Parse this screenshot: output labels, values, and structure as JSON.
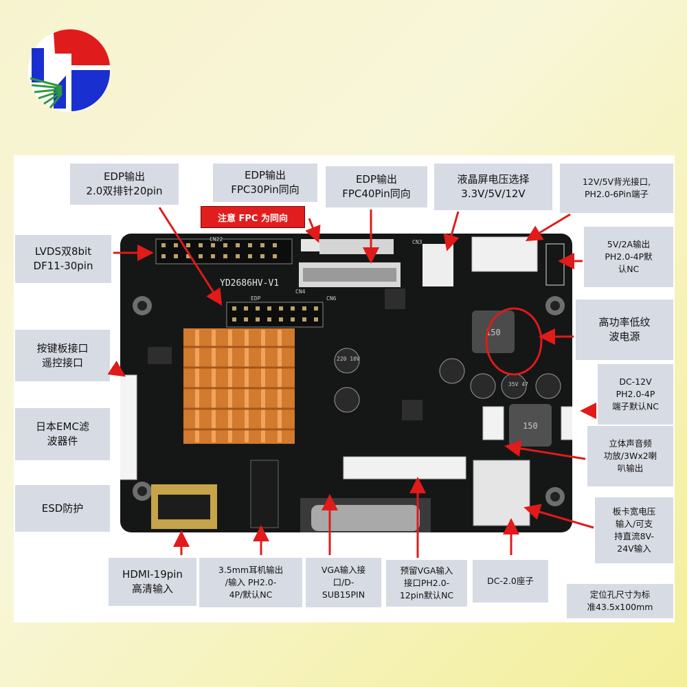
{
  "logo": {
    "icon": "lg-logo-icon",
    "colors": {
      "blue": "#1a2fcf",
      "red": "#e01b1b",
      "green": "#2f9a3a"
    }
  },
  "note": "注意 FPC 为同向",
  "board": {
    "model": "YD2686HV-V1",
    "silk": [
      "CN22",
      "EDP",
      "CN4",
      "CN6",
      "CN3",
      "220 10V",
      "150",
      "150",
      "35V 47"
    ]
  },
  "labels": {
    "edp_20pin": "EDP输出\n2.0双排针20pin",
    "edp_fpc30": "EDP输出\nFPC30Pin同向",
    "edp_fpc40": "EDP输出\nFPC40Pin同向",
    "lcd_voltage": "液晶屏电压选择\n3.3V/5V/12V",
    "backlight": "12V/5V背光接口,\nPH2.0-6Pin端子",
    "lvds": "LVDS双8bit\nDF11-30pin",
    "out_5v": "5V/2A输出\nPH2.0-4P默\n认NC",
    "keypad": "按键板接口\n遥控接口",
    "power": "高功率低纹\n波电源",
    "dc12": "DC-12V\nPH2.0-4P\n端子默认NC",
    "emc": "日本EMC滤\n波器件",
    "audio_amp": "立体声音频\n功放/3Wx2喇\n叭输出",
    "esd": "ESD防护",
    "wide_voltage": "板卡宽电压\n输入/可支\n持直流8V-\n24V输入",
    "hdmi": "HDMI-19pin\n高清输入",
    "earphone": "3.5mm耳机输出\n/输入 PH2.0-\n4P/默认NC",
    "vga_in": "VGA输入接\n口/D-\nSUB15PIN",
    "vga_reserved": "预留VGA输入\n接口PH2.0-\n12pin默认NC",
    "dc_socket": "DC-2.0座子",
    "hole_size": "定位孔尺寸为标\n准43.5x100mm"
  }
}
